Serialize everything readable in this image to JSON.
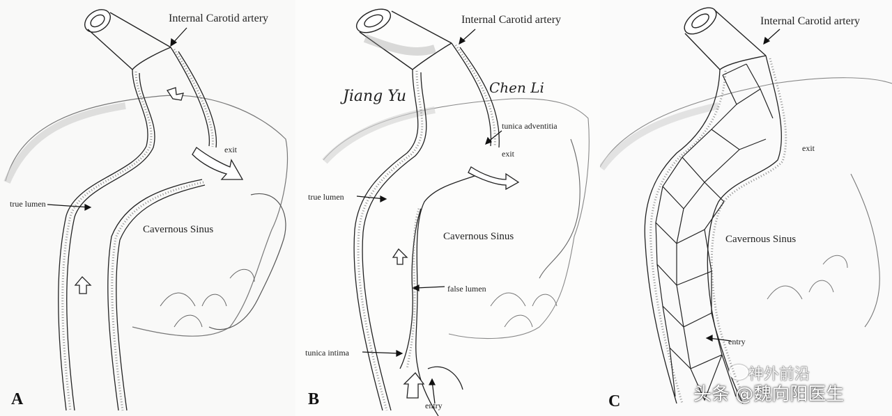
{
  "colors": {
    "ink": "#222222",
    "paper": "#f9f9f8",
    "shade": "#bdbdbd"
  },
  "panel_a": {
    "letter": "A",
    "label_ica": "Internal Carotid artery",
    "label_exit": "exit",
    "label_true_lumen": "true lumen",
    "label_sinus": "Cavernous Sinus"
  },
  "panel_b": {
    "letter": "B",
    "label_ica": "Internal Carotid artery",
    "signature_left": "Jiang Yu",
    "signature_right": "Chen Li",
    "label_adventitia": "tunica adventitia",
    "label_exit": "exit",
    "label_true_lumen": "true lumen",
    "label_sinus": "Cavernous Sinus",
    "label_false_lumen": "false lumen",
    "label_intima": "tunica intima",
    "label_entry": "entry"
  },
  "panel_c": {
    "letter": "C",
    "label_ica": "Internal Carotid artery",
    "label_exit": "exit",
    "label_sinus": "Cavernous Sinus",
    "label_entry": "entry"
  },
  "watermark": {
    "line1": "神外前沿",
    "line2": "头条 @魏向阳医生",
    "icon": "wechat-icon"
  }
}
